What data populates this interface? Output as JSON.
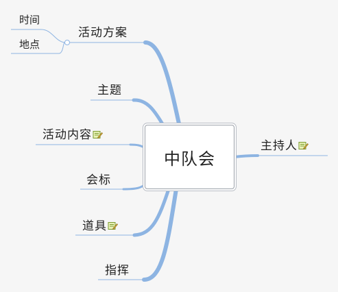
{
  "central_topic": "中队会",
  "topics": [
    {
      "id": "activity-plan",
      "label": "活动方案",
      "children": [
        "时间",
        "地点"
      ]
    },
    {
      "id": "theme",
      "label": "主题"
    },
    {
      "id": "activity-content",
      "label": "活动内容",
      "has_note": true
    },
    {
      "id": "emblem",
      "label": "会标"
    },
    {
      "id": "props",
      "label": "道具",
      "has_note": true
    },
    {
      "id": "conductor",
      "label": "指挥"
    },
    {
      "id": "host",
      "label": "主持人",
      "has_note": true
    }
  ],
  "colors": {
    "branch": "#8db4e2",
    "background": "#f6f6f6"
  },
  "icons": {
    "note": "note-icon",
    "collapse": "collapse-toggle"
  }
}
